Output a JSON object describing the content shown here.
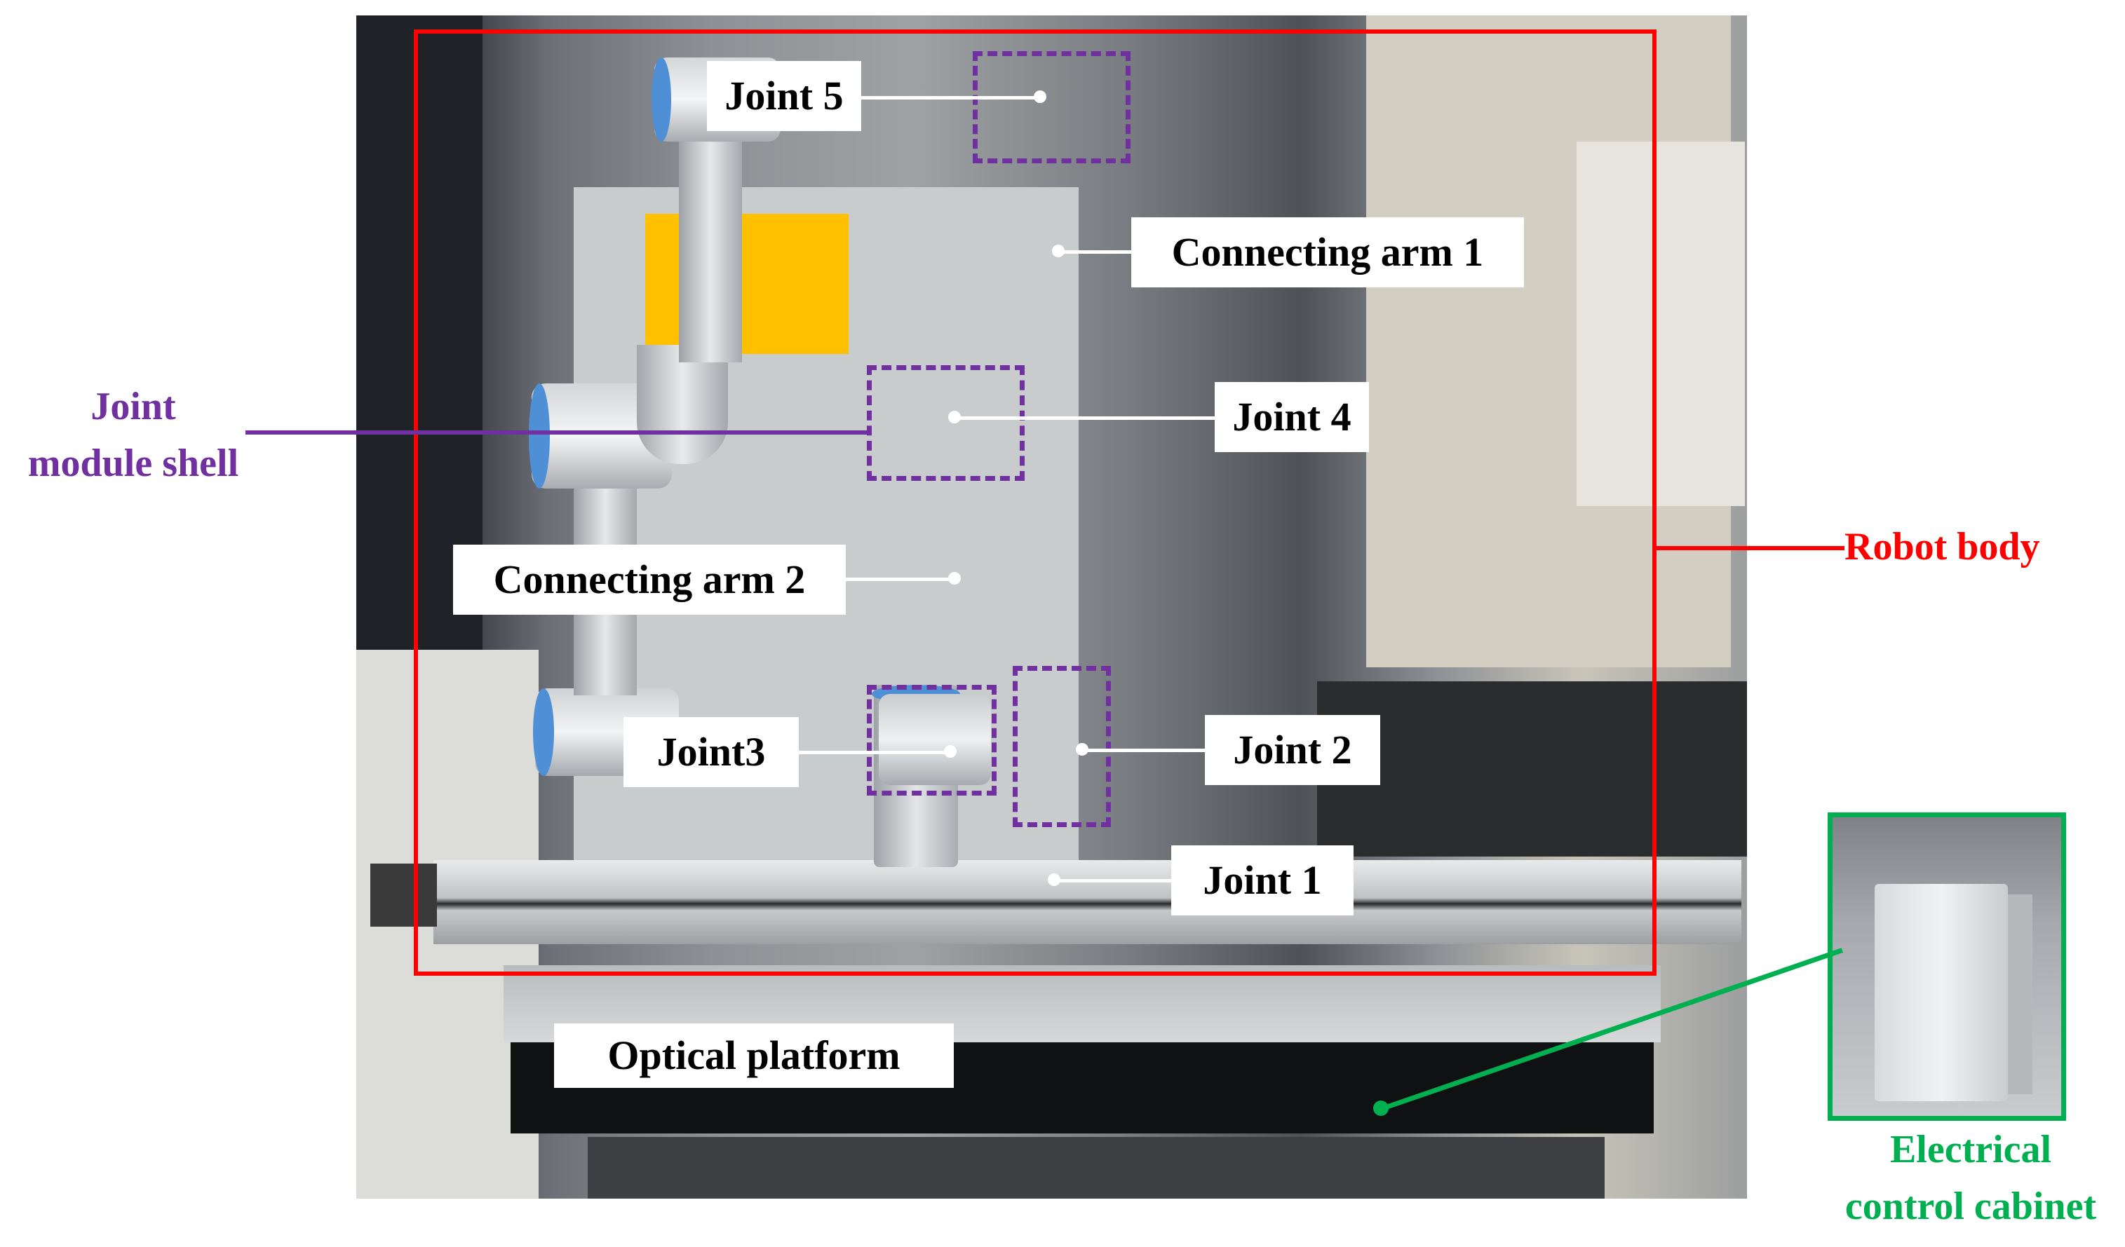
{
  "labels": {
    "joint5": "Joint 5",
    "connecting_arm1": "Connecting arm 1",
    "joint4": "Joint 4",
    "connecting_arm2": "Connecting arm 2",
    "joint3": "Joint3",
    "joint2": "Joint 2",
    "joint1": "Joint 1",
    "optical_platform": "Optical platform",
    "joint_module_shell_line1": "Joint",
    "joint_module_shell_line2": "module shell",
    "robot_body": "Robot body",
    "electrical_cabinet_line1": "Electrical",
    "electrical_cabinet_line2": "control cabinet"
  },
  "colors": {
    "robot_body_frame": "#ff0000",
    "joint_module_shell": "#7030a0",
    "electrical_cabinet": "#00b050",
    "label_box": "#ffffff",
    "yellow_panel": "#ffc000"
  }
}
